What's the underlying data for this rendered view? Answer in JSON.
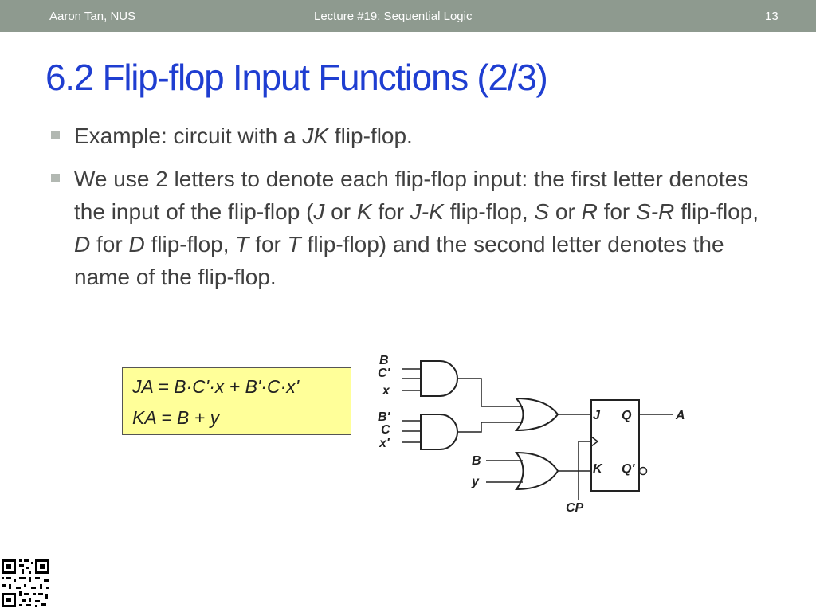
{
  "header": {
    "author": "Aaron Tan, NUS",
    "lecture": "Lecture #19: Sequential Logic",
    "page_number": "13"
  },
  "title": "6.2 Flip-flop Input Functions (2/3)",
  "bullets": [
    {
      "parts": [
        "Example: circuit with a ",
        "JK",
        " flip-flop."
      ]
    },
    {
      "parts": [
        "We use 2 letters to denote each flip-flop input: the first letter denotes the input of the flip-flop (",
        "J",
        " or ",
        "K",
        " for ",
        "J-K",
        " flip-flop, ",
        "S",
        " or ",
        "R",
        " for ",
        "S-R",
        " flip-flop, ",
        "D",
        " for ",
        "D",
        " flip-flop, ",
        "T",
        " for ",
        "T",
        " flip-flop) and the second letter denotes the name of the flip-flop."
      ]
    }
  ],
  "equations": {
    "ja": "JA = B·C'·x + B'·C·x'",
    "ka": "KA = B + y"
  },
  "circuit": {
    "and1_inputs": [
      "B",
      "C'",
      "x"
    ],
    "and2_inputs": [
      "B'",
      "C",
      "x'"
    ],
    "or2_inputs": [
      "B",
      "y"
    ],
    "ff_input_j": "J",
    "ff_input_k": "K",
    "ff_output_q": "Q",
    "ff_output_qbar": "Q'",
    "output_label": "A",
    "clock_label": "CP"
  },
  "colors": {
    "header_bg": "#8e9a8f",
    "title": "#1f3ed1",
    "body_text": "#404040",
    "equation_box": "#ffff99",
    "bullet_marker": "#b2b8b2"
  }
}
